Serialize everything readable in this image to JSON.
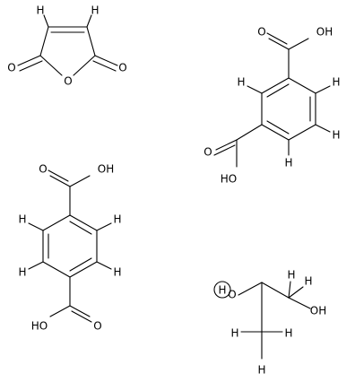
{
  "labels": {
    "H": "H",
    "O": "O",
    "HO": "HO",
    "OH": "OH"
  },
  "molecules": [
    {
      "id": "maleic-anhydride"
    },
    {
      "id": "isophthalic-acid"
    },
    {
      "id": "terephthalic-acid"
    },
    {
      "id": "propylene-glycol"
    }
  ]
}
